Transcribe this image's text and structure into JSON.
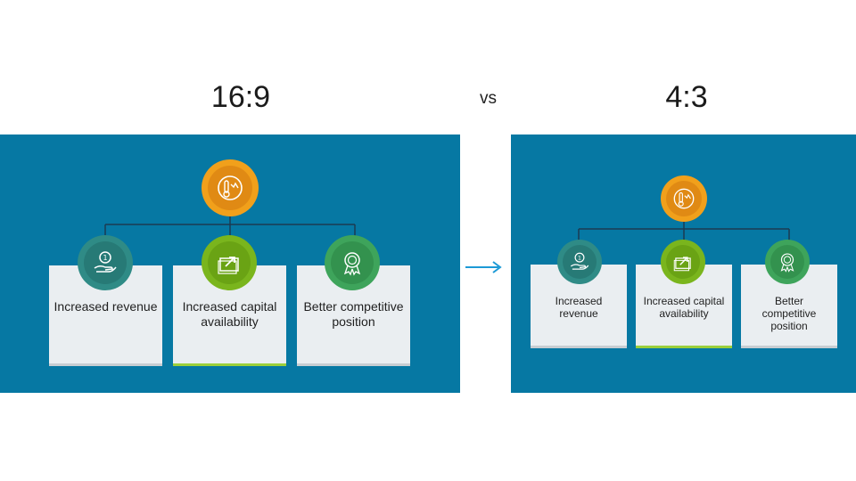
{
  "left_label": "16:9",
  "vs_label": "vs",
  "right_label": "4:3",
  "cards": [
    {
      "text": "Increased revenue",
      "icon": "hand-coin-icon"
    },
    {
      "text": "Increased capital availability",
      "icon": "money-arrow-icon"
    },
    {
      "text": "Better competitive position",
      "icon": "award-ribbon-icon"
    }
  ],
  "top_icon": "globe-thermometer-icon",
  "colors": {
    "panel": "#0678a3",
    "top_circle": "#f1a01b",
    "teal": "#2f8b86",
    "lime": "#7ab51d",
    "green": "#3ea45b",
    "arrow": "#1d9ad6"
  }
}
